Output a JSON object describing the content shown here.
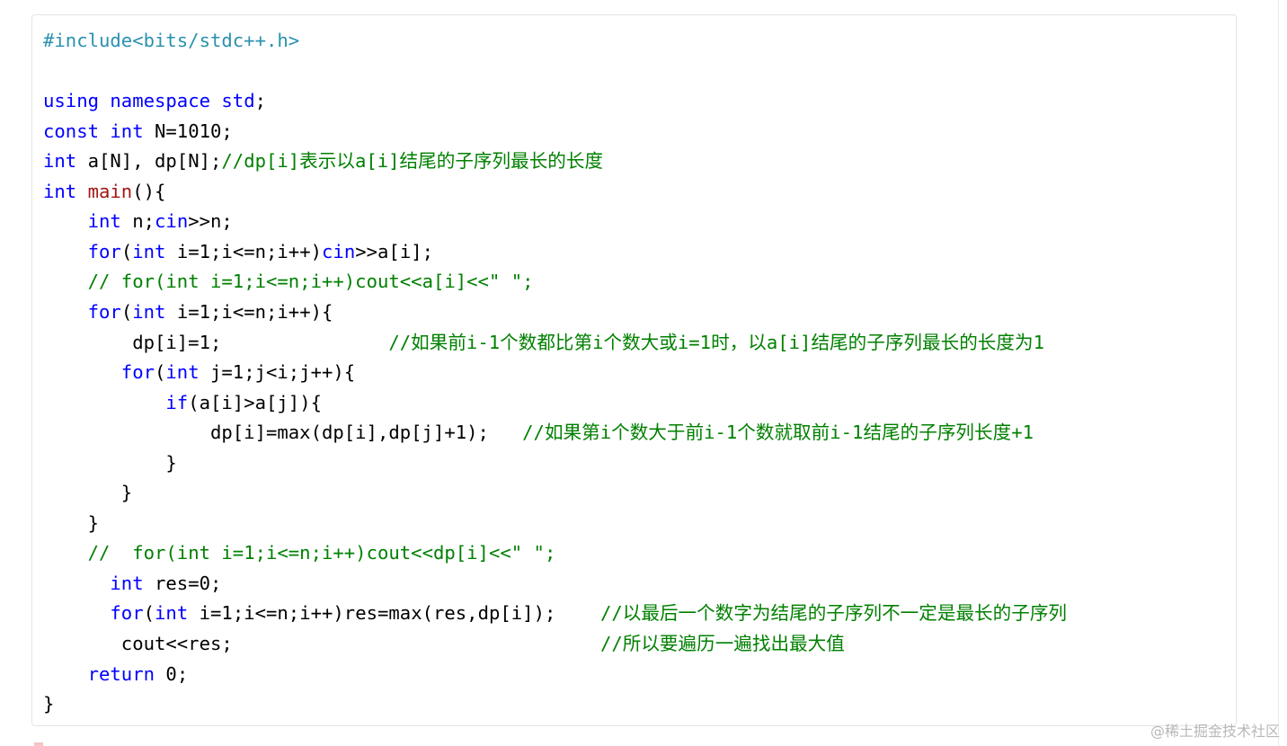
{
  "code": {
    "lines": [
      [
        {
          "t": "#include<bits/stdc++.h>",
          "c": "pp"
        }
      ],
      [],
      [
        {
          "t": "using",
          "c": "kw"
        },
        {
          "t": " "
        },
        {
          "t": "namespace",
          "c": "kw"
        },
        {
          "t": " "
        },
        {
          "t": "std",
          "c": "kw"
        },
        {
          "t": ";"
        }
      ],
      [
        {
          "t": "const",
          "c": "kw"
        },
        {
          "t": " "
        },
        {
          "t": "int",
          "c": "kw"
        },
        {
          "t": " N=1010;"
        }
      ],
      [
        {
          "t": "int",
          "c": "kw"
        },
        {
          "t": " a[N], dp[N];"
        },
        {
          "t": "//dp[i]表示以a[i]结尾的子序列最长的长度",
          "c": "cm"
        }
      ],
      [
        {
          "t": "int",
          "c": "kw"
        },
        {
          "t": " "
        },
        {
          "t": "main",
          "c": "fn"
        },
        {
          "t": "(){"
        }
      ],
      [
        {
          "t": "    "
        },
        {
          "t": "int",
          "c": "kw"
        },
        {
          "t": " n;"
        },
        {
          "t": "cin",
          "c": "kw"
        },
        {
          "t": ">>n;"
        }
      ],
      [
        {
          "t": "    "
        },
        {
          "t": "for",
          "c": "kw"
        },
        {
          "t": "("
        },
        {
          "t": "int",
          "c": "kw"
        },
        {
          "t": " i=1;i<=n;i++)"
        },
        {
          "t": "cin",
          "c": "kw"
        },
        {
          "t": ">>a[i];"
        }
      ],
      [
        {
          "t": "    "
        },
        {
          "t": "// for(int i=1;i<=n;i++)cout<<a[i]<<\" \";",
          "c": "cm"
        }
      ],
      [
        {
          "t": "    "
        },
        {
          "t": "for",
          "c": "kw"
        },
        {
          "t": "("
        },
        {
          "t": "int",
          "c": "kw"
        },
        {
          "t": " i=1;i<=n;i++){"
        }
      ],
      [
        {
          "t": "        dp[i]=1;               "
        },
        {
          "t": "//如果前i-1个数都比第i个数大或i=1时，以a[i]结尾的子序列最长的长度为1",
          "c": "cm"
        }
      ],
      [
        {
          "t": "       "
        },
        {
          "t": "for",
          "c": "kw"
        },
        {
          "t": "("
        },
        {
          "t": "int",
          "c": "kw"
        },
        {
          "t": " j=1;j<i;j++){"
        }
      ],
      [
        {
          "t": "           "
        },
        {
          "t": "if",
          "c": "kw"
        },
        {
          "t": "(a[i]>a[j]){"
        }
      ],
      [
        {
          "t": "               dp[i]=max(dp[i],dp[j]+1);   "
        },
        {
          "t": "//如果第i个数大于前i-1个数就取前i-1结尾的子序列长度+1",
          "c": "cm"
        }
      ],
      [
        {
          "t": "           }"
        }
      ],
      [
        {
          "t": "       }"
        }
      ],
      [
        {
          "t": "    }"
        }
      ],
      [
        {
          "t": "    "
        },
        {
          "t": "//  for(int i=1;i<=n;i++)cout<<dp[i]<<\" \";",
          "c": "cm"
        }
      ],
      [
        {
          "t": "      "
        },
        {
          "t": "int",
          "c": "kw"
        },
        {
          "t": " res=0;"
        }
      ],
      [
        {
          "t": "      "
        },
        {
          "t": "for",
          "c": "kw"
        },
        {
          "t": "("
        },
        {
          "t": "int",
          "c": "kw"
        },
        {
          "t": " i=1;i<=n;i++)res=max(res,dp[i]);    "
        },
        {
          "t": "//以最后一个数字为结尾的子序列不一定是最长的子序列",
          "c": "cm"
        }
      ],
      [
        {
          "t": "       cout<<res;                                 "
        },
        {
          "t": "//所以要遍历一遍找出最大值",
          "c": "cm"
        }
      ],
      [
        {
          "t": "    "
        },
        {
          "t": "return",
          "c": "kw"
        },
        {
          "t": " 0;"
        }
      ],
      [
        {
          "t": "}"
        }
      ]
    ]
  },
  "watermark": "@稀土掘金技术社区",
  "colors": {
    "keyword": "#0000ff",
    "function": "#a31515",
    "comment": "#008000",
    "preprocessor": "#2b91af",
    "text": "#000000"
  }
}
